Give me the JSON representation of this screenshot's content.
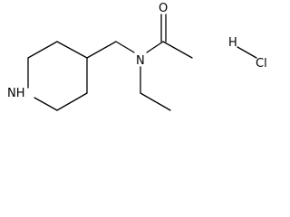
{
  "structure": {
    "atoms": {
      "amine_nh": "NH",
      "amide_n": "N",
      "carbonyl_o": "O",
      "salt_h": "H",
      "salt_cl": "Cl"
    }
  },
  "colors": {
    "bond": "#000000",
    "text": "#000000",
    "background": "#ffffff"
  }
}
